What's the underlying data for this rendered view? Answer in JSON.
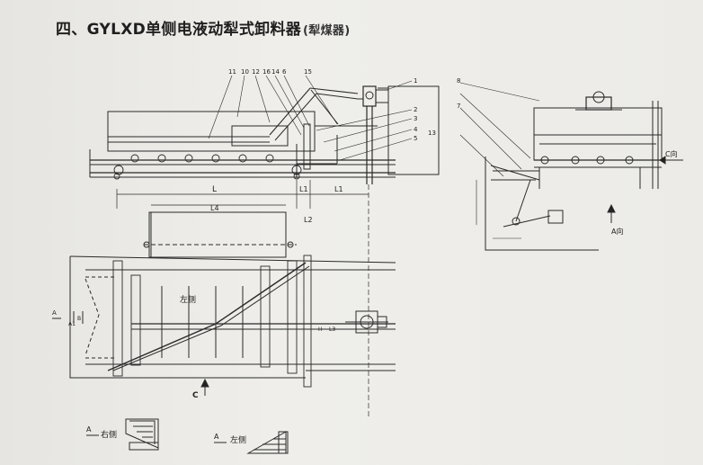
{
  "title": "四、GYLXD单侧电液动犁式卸料器",
  "subtitle": "(犁煤器)",
  "part_numbers": [
    "11",
    "10",
    "12",
    "16",
    "14",
    "6",
    "15",
    "1",
    "2",
    "3",
    "4",
    "5",
    "13",
    "8",
    "7"
  ],
  "dimension_labels": {
    "L": "L",
    "L1_left": "L1",
    "L1_right": "L1",
    "L4": "L4",
    "L2": "L2",
    "A_side": "A",
    "A1": "A1",
    "B": "B",
    "H": "H",
    "L3": "L3"
  },
  "view_labels": {
    "left_side": "左侧",
    "right_side": "右侧",
    "c_arrow": "C",
    "c_view": "C向",
    "a_view": "A向",
    "section_a_right": "A",
    "section_a_left": "A"
  }
}
